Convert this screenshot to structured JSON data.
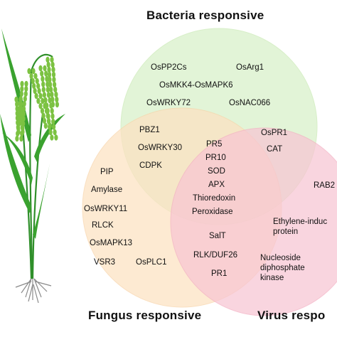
{
  "sets": {
    "bacteria": {
      "title": "Bacteria responsive",
      "color": "#d8f0c8",
      "stroke": "#c9e9b4"
    },
    "fungus": {
      "title": "Fungus responsive",
      "color": "#fde2c2",
      "stroke": "#f8d4a9"
    },
    "virus": {
      "title": "Virus respo",
      "color": "#f8c5d3",
      "stroke": "#f3b0c3"
    }
  },
  "genes": {
    "bacteria_only": [
      "OsPP2Cs",
      "OsArg1",
      "OsMKK4-OsMAPK6",
      "OsWRKY72",
      "OsNAC066"
    ],
    "bacteria_fungus": [
      "PBZ1",
      "OsWRKY30",
      "CDPK"
    ],
    "bacteria_virus": [
      "OsPR1",
      "CAT"
    ],
    "all_three": [
      "PR5",
      "PR10",
      "SOD",
      "APX",
      "Thioredoxin",
      "Peroxidase"
    ],
    "fungus_only": [
      "PIP",
      "Amylase",
      "OsWRKY11",
      "RLCK",
      "OsMAPK13",
      "VSR3",
      "OsPLC1"
    ],
    "fungus_virus": [
      "SalT",
      "RLK/DUF26",
      "PR1"
    ],
    "virus_only": [
      "RAB2",
      "Ethylene-induc protein",
      "Nucleoside diphosphate kinase"
    ]
  },
  "illustration": {
    "plant_icon": "rice-plant-icon",
    "stem_color": "#2f8f2a",
    "leaf_color": "#3aa22f",
    "grain_color": "#7cc242",
    "root_color": "#8a8a8a"
  }
}
